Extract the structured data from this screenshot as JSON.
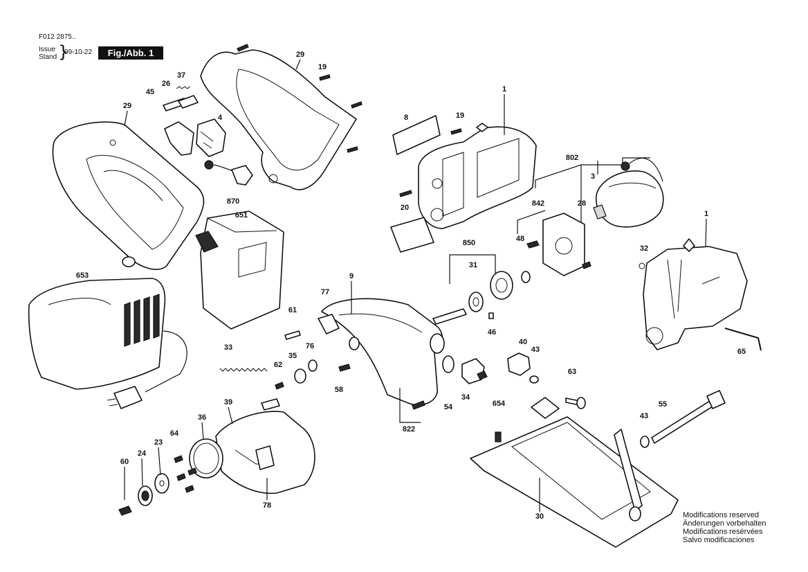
{
  "header": {
    "doc_number": "F012 2875..",
    "issue_label": "Issue",
    "stand_label": "Stand",
    "issue_date": "99-10-22",
    "figure_label": "Fig./Abb. 1"
  },
  "notes": {
    "line1": "Modifications reserved",
    "line2": "Änderungen vorbehalten",
    "line3": "Modifications resérvées",
    "line4": "Salvo modificaciones"
  },
  "callouts": {
    "c29_left": "29",
    "c29_top": "29",
    "c37": "37",
    "c26": "26",
    "c45": "45",
    "c4": "4",
    "c19_top": "19",
    "c19_mid": "19",
    "c870": "870",
    "c1_top": "1",
    "c8": "8",
    "c20": "20",
    "c802": "802",
    "c3": "3",
    "c842": "842",
    "c28": "28",
    "c651": "651",
    "c653": "653",
    "c850": "850",
    "c48": "48",
    "c31": "31",
    "c1_right": "1",
    "c32": "32",
    "c9": "9",
    "c77": "77",
    "c61": "61",
    "c76": "76",
    "c46": "46",
    "c33": "33",
    "c35": "35",
    "c62": "62",
    "c58": "58",
    "c40": "40",
    "c43_top": "43",
    "c54": "54",
    "c34": "34",
    "c63": "63",
    "c822": "822",
    "c65": "65",
    "c39": "39",
    "c654": "654",
    "c55": "55",
    "c43_right": "43",
    "c36": "36",
    "c64": "64",
    "c23": "23",
    "c24": "24",
    "c60": "60",
    "c78": "78",
    "c30": "30"
  }
}
